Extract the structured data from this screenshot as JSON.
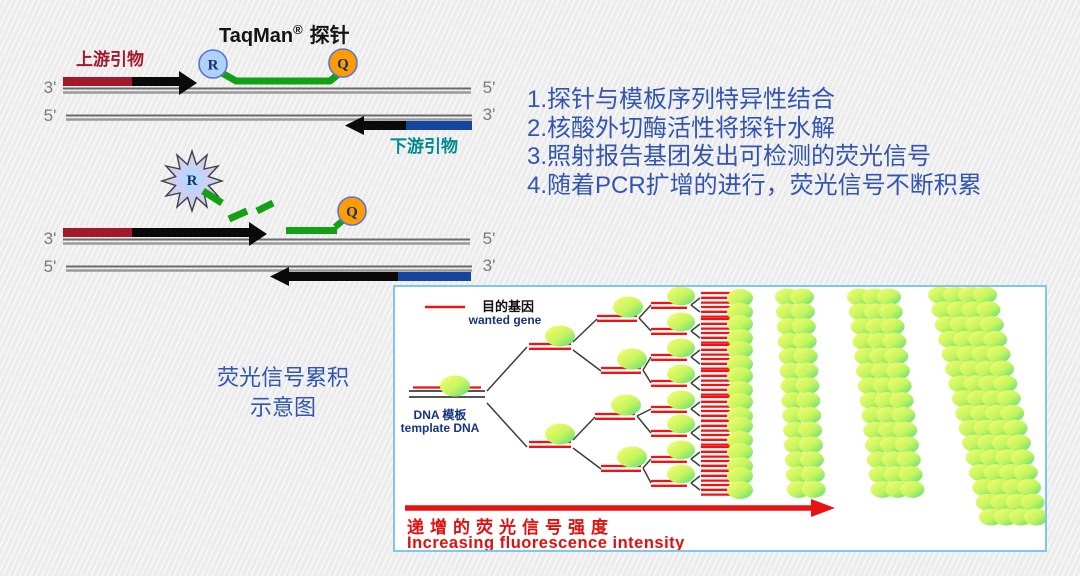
{
  "diagram1": {
    "title_brand": "TaqMan",
    "title_reg": "®",
    "title_cn": "探针",
    "forward_primer": "上游引物",
    "reverse_primer": "下游引物",
    "reporter": "R",
    "quencher": "Q",
    "s1_left": "3'",
    "s1_right": "5'",
    "s2_left": "5'",
    "s2_right": "3'"
  },
  "diagram2": {
    "reporter": "R",
    "quencher": "Q",
    "s1_left": "3'",
    "s1_right": "5'",
    "s2_left": "5'",
    "s2_right": "3'"
  },
  "steps": {
    "items": [
      "1.探针与模板序列特异性结合",
      "2.核酸外切酶活性将探针水解",
      "3.照射报告基团发出可检测的荧光信号",
      "4.随着PCR扩增的进行，荧光信号不断积累"
    ]
  },
  "caption": {
    "line1": "荧光信号累积",
    "line2": "示意图"
  },
  "panel": {
    "legend_cn": "目的基因",
    "legend_en": "wanted gene",
    "template_cn": "DNA 模板",
    "template_en": "template DNA",
    "growth_cn": "递增的荧光信号强度",
    "growth_en": "Increasing fluorescence intensity"
  },
  "colors": {
    "probe_green": "#14a014",
    "reporter_fill": "#aed2f8",
    "quencher_fill": "#ff9d00",
    "forward_primer_red": "#a2182c",
    "reverse_primer_blue": "#1446a0",
    "steps_blue": "#3355b0",
    "panel_red": "#f21212",
    "panel_border": "#7fc8e8",
    "strand_gray": "#8a8a8a"
  }
}
